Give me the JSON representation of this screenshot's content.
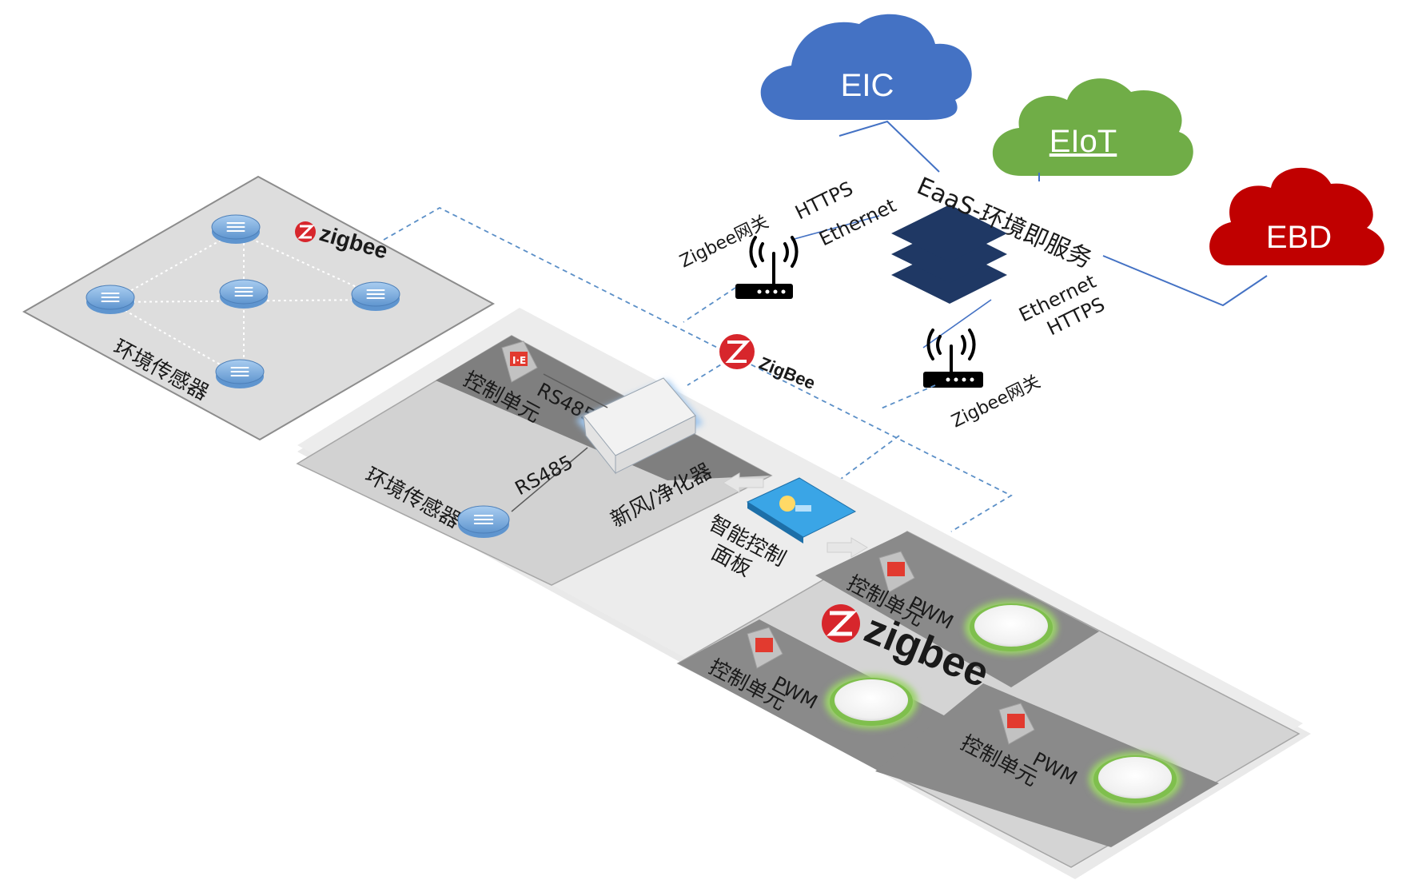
{
  "clouds": {
    "eic": {
      "label": "EIC",
      "color": "#4472C4"
    },
    "eiot": {
      "label": "EIoT",
      "color": "#70AD47"
    },
    "ebd": {
      "label": "EBD",
      "color": "#C00000"
    }
  },
  "hub": {
    "label": "EaaS-环境即服务",
    "color": "#1F3864"
  },
  "links": {
    "top_protocol": "HTTPS",
    "top_transport": "Ethernet",
    "right_transport": "Ethernet",
    "right_protocol": "HTTPS"
  },
  "gateways": {
    "top_label": "Zigbee网关",
    "bottom_label": "Zigbee网关"
  },
  "zigbee_logos": {
    "sensor_zone": "zigbee",
    "center": "ZigBee",
    "lighting_zone": "zigbee"
  },
  "sensor_zone": {
    "label": "环境传感器"
  },
  "hvac_zone": {
    "control_unit_label": "控制单元",
    "rs485_top": "RS485",
    "rs485_left": "RS485",
    "sensor_label": "环境传感器",
    "purifier_label": "新风/净化器"
  },
  "panel": {
    "label_line1": "智能控制",
    "label_line2": "面板"
  },
  "lighting_zone": {
    "unit1": {
      "label": "控制单元",
      "signal": "PWM"
    },
    "unit2": {
      "label": "控制单元",
      "signal": "PWM"
    },
    "unit3": {
      "label": "控制单元",
      "signal": "PWM"
    }
  },
  "colors": {
    "brand_red": "#D7262C",
    "navy": "#1F3864",
    "dashed_link": "#5B8FC7"
  }
}
